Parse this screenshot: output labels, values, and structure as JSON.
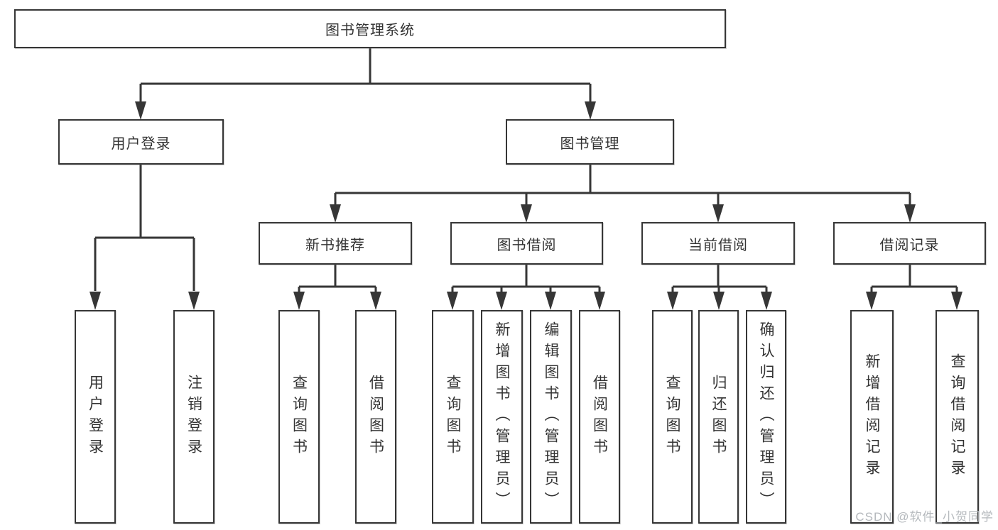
{
  "tree": {
    "label": "图书管理系统",
    "children": [
      {
        "label": "用户登录",
        "children": [
          {
            "label": "用户登录"
          },
          {
            "label": "注销登录"
          }
        ]
      },
      {
        "label": "图书管理",
        "children": [
          {
            "label": "新书推荐",
            "children": [
              {
                "label": "查询图书"
              },
              {
                "label": "借阅图书"
              }
            ]
          },
          {
            "label": "图书借阅",
            "children": [
              {
                "label": "查询图书"
              },
              {
                "label": "新增图书（管理员）"
              },
              {
                "label": "编辑图书（管理员）"
              },
              {
                "label": "借阅图书"
              }
            ]
          },
          {
            "label": "当前借阅",
            "children": [
              {
                "label": "查询图书"
              },
              {
                "label": "归还图书"
              },
              {
                "label": "确认归还（管理员）"
              }
            ]
          },
          {
            "label": "借阅记录",
            "children": [
              {
                "label": "新增借阅记录"
              },
              {
                "label": "查询借阅记录"
              }
            ]
          }
        ]
      }
    ]
  },
  "watermark": {
    "text": "CSDN @软件_小贺同学"
  },
  "colors": {
    "line": "#363636",
    "text": "#333333",
    "watermark": "#b5b9bd",
    "background": "#ffffff"
  }
}
